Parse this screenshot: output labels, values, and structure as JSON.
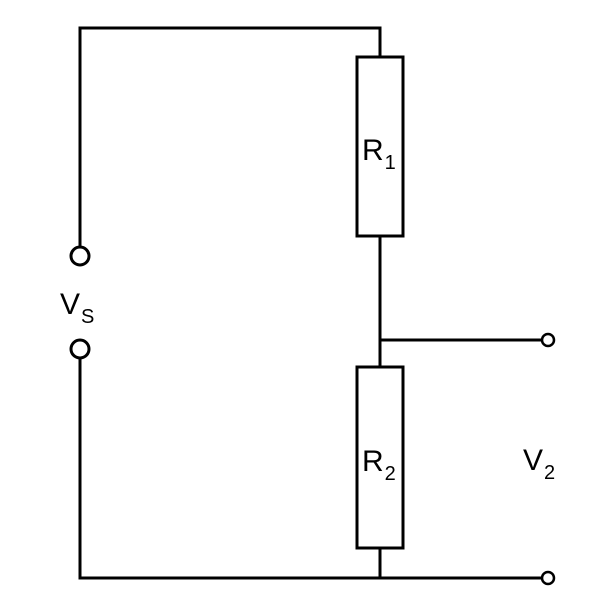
{
  "labels": {
    "r1": {
      "main": "R",
      "sub": "1"
    },
    "r2": {
      "main": "R",
      "sub": "2"
    },
    "vs": {
      "main": "V",
      "sub": "S"
    },
    "v2": {
      "main": "V",
      "sub": "2"
    }
  },
  "colors": {
    "line": "#000000",
    "background": "#ffffff"
  }
}
